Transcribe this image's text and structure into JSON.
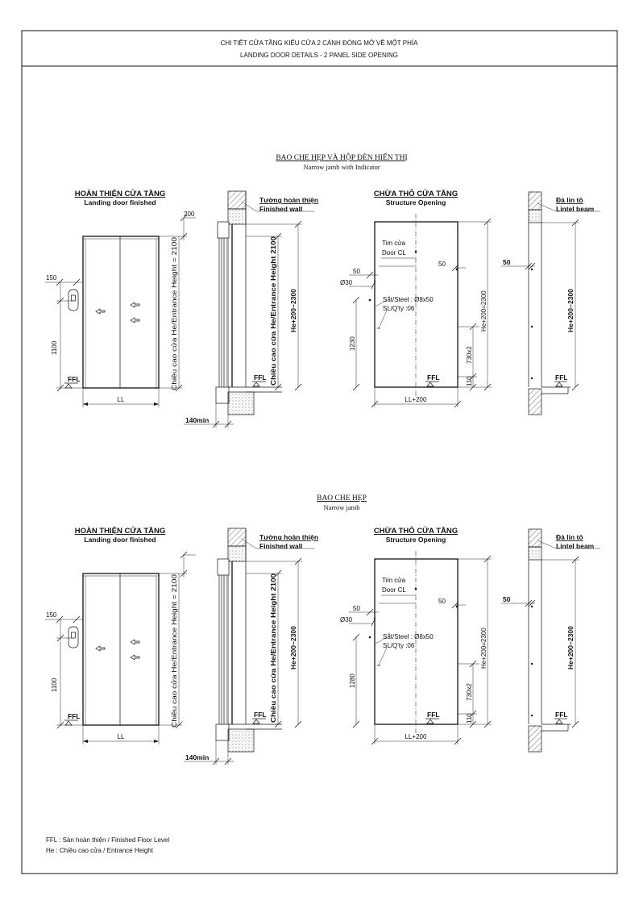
{
  "title": {
    "vn": "CHI TIẾT CỬA TẦNG KIỂU CỬA 2 CÁNH ĐÓNG MỞ VỀ MỘT PHÍA",
    "en": "LANDING DOOR DETAILS - 2 PANEL SIDE OPENING"
  },
  "sections": [
    {
      "heading_vn": "BAO CHE HẸP VÀ HỘP ĐÈN HIỂN THỊ",
      "heading_en": "Narrow jamb with Indicator",
      "finished": {
        "title_vn": "HOÀN THIỆN CỬA TẦNG",
        "title_en": "Landing door finished",
        "dim_top": "200",
        "dim_left": "150",
        "dim_height": "1100",
        "dim_width": "LL",
        "ffl": "FFL",
        "side_label": "Chiều cao cửa He/Entrance Height = 2100"
      },
      "section_view": {
        "wall_vn": "Tường hoàn thiện",
        "wall_en": "Finished wall",
        "height_label": "Chiều cao cửa He/Entrance Height 2100",
        "height_total": "He+200~2300",
        "ffl": "FFL",
        "min_label": "140min"
      },
      "opening": {
        "title_vn": "CHỪA THÔ CỬA TẦNG",
        "title_en": "Structure Opening",
        "cl_vn": "Tim cửa",
        "cl_en": "Door CL",
        "dim_50a": "50",
        "dim_50b": "50",
        "dim_d30": "Ø30",
        "steel": "Sắt/Steel : Ø8x50",
        "qty": "SL/Q'ty :06",
        "dim_1230": "1230",
        "dim_height": "He+200=2300",
        "dim_730": "730x2",
        "dim_110": "110",
        "dim_width": "LL+200",
        "ffl": "FFL"
      },
      "lintel": {
        "beam_vn": "Đà lin tô",
        "beam_en": "Lintel beam",
        "dim_50": "50",
        "height_total": "He+200~2300",
        "ffl": "FFL"
      }
    },
    {
      "heading_vn": "BAO CHE HẸP",
      "heading_en": "Narrow jamb",
      "finished": {
        "title_vn": "HOÀN THIỆN CỬA TẦNG",
        "title_en": "Landing door finished",
        "dim_left": "150",
        "dim_height": "1100",
        "dim_width": "LL",
        "ffl": "FFL",
        "side_label": "Chiều cao cửa He/Entrance Height = 2100"
      },
      "section_view": {
        "wall_vn": "Tường hoàn thiện",
        "wall_en": "Finished wall",
        "height_label": "Chiều cao cửa He/Entrance Height 2100",
        "height_total": "He+200~2300",
        "ffl": "FFL",
        "min_label": "140min"
      },
      "opening": {
        "title_vn": "CHỪA THÔ CỬA TẦNG",
        "title_en": "Structure Opening",
        "cl_vn": "Tim cửa",
        "cl_en": "Door CL",
        "dim_50a": "50",
        "dim_50b": "50",
        "dim_d30": "Ø30",
        "steel": "Sắt/Steel : Ø8x50",
        "qty": "SL/Q'ty :06",
        "dim_1230": "1280",
        "dim_height": "He+200=2300",
        "dim_730": "730x2",
        "dim_110": "110",
        "dim_width": "LL+200",
        "ffl": "FFL"
      },
      "lintel": {
        "beam_vn": "Đà lin tô",
        "beam_en": "Lintel beam",
        "dim_50": "50",
        "height_total": "He+200~2300",
        "ffl": "FFL"
      }
    }
  ],
  "notes": [
    "FFL : Sàn hoàn thiện / Finished Floor Level",
    "He : Chiều cao cửa / Entrance Height"
  ]
}
